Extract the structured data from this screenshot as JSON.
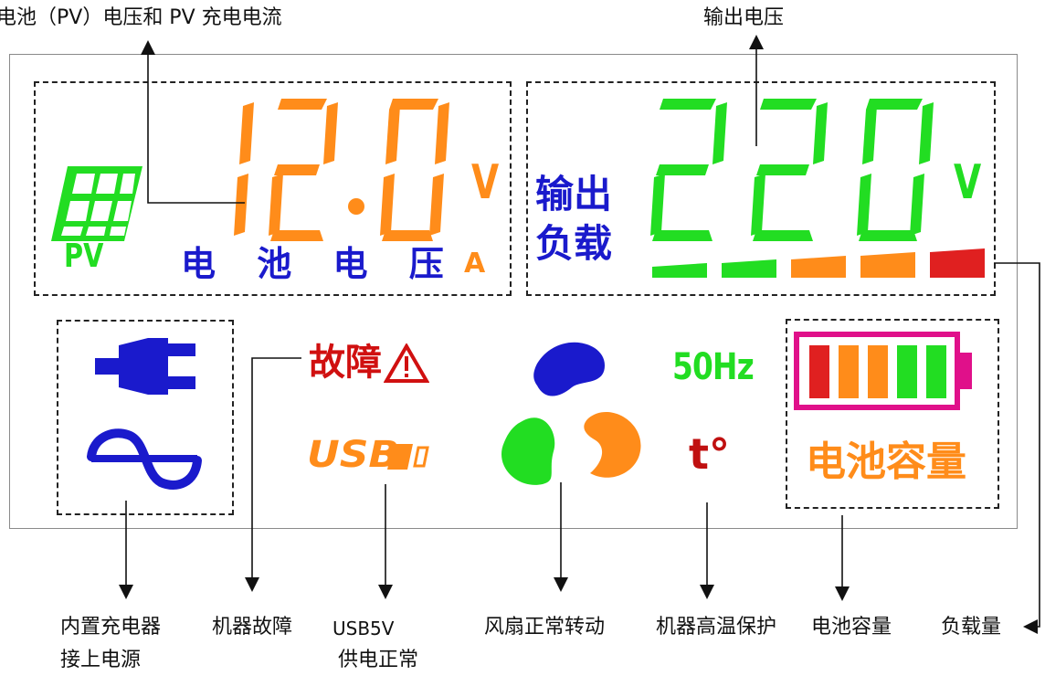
{
  "top_labels": {
    "pv_label": "电池（PV）电压和 PV 充电电流",
    "output_label": "输出电压"
  },
  "display": {
    "pv_readout": "12.0",
    "pv_unit_v": "V",
    "pv_unit_a": "A",
    "pv_text": "PV",
    "battery_voltage_text": "电 池 电 压",
    "output_readout": "220",
    "output_unit_v": "V",
    "output_load_line1": "输出",
    "output_load_line2": "负载",
    "fault_text": "故障",
    "usb_text": "USB",
    "usb_port_text": "B",
    "frequency_text": "50Hz",
    "temperature_text": "t°",
    "battery_capacity_text": "电池容量"
  },
  "load_bars": {
    "colors": [
      "#22dd22",
      "#22dd22",
      "#ff8c1a",
      "#ff8c1a",
      "#e02020"
    ]
  },
  "battery_bars": {
    "colors": [
      "#e02020",
      "#ff8c1a",
      "#ff8c1a",
      "#22dd22",
      "#22dd22"
    ]
  },
  "bottom_labels": {
    "charger_line1": "内置充电器",
    "charger_line2": "接上电源",
    "machine_fault": "机器故障",
    "usb_line1": "USB5V",
    "usb_line2": "供电正常",
    "fan": "风扇正常转动",
    "over_temp": "机器高温保护",
    "battery_capacity": "电池容量",
    "load": "负载量"
  },
  "colors": {
    "orange": "#ff8c1a",
    "green": "#22dd22",
    "blue": "#1a1acc",
    "red": "#d01010",
    "magenta": "#e0108a"
  },
  "icons": [
    "solar-panel-icon",
    "plug-icon",
    "sine-wave-icon",
    "warning-triangle-icon",
    "fan-icon",
    "battery-icon",
    "usb-connector-icon"
  ]
}
